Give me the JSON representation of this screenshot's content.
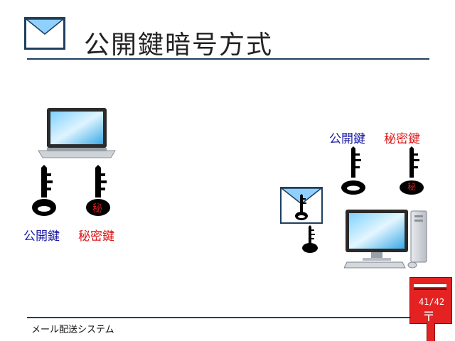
{
  "slide": {
    "title": "公開鍵暗号方式",
    "footer": "メール配送システム",
    "page": "41/42",
    "postal_mark": "〒"
  },
  "keys": {
    "public_label": "公開鍵",
    "secret_label": "秘密鍵",
    "secret_stamp": "秘"
  },
  "colors": {
    "public": "#1a1aa6",
    "secret": "#e01818",
    "envelope": "#8fd0ff",
    "rule": "#1f3f5f"
  }
}
